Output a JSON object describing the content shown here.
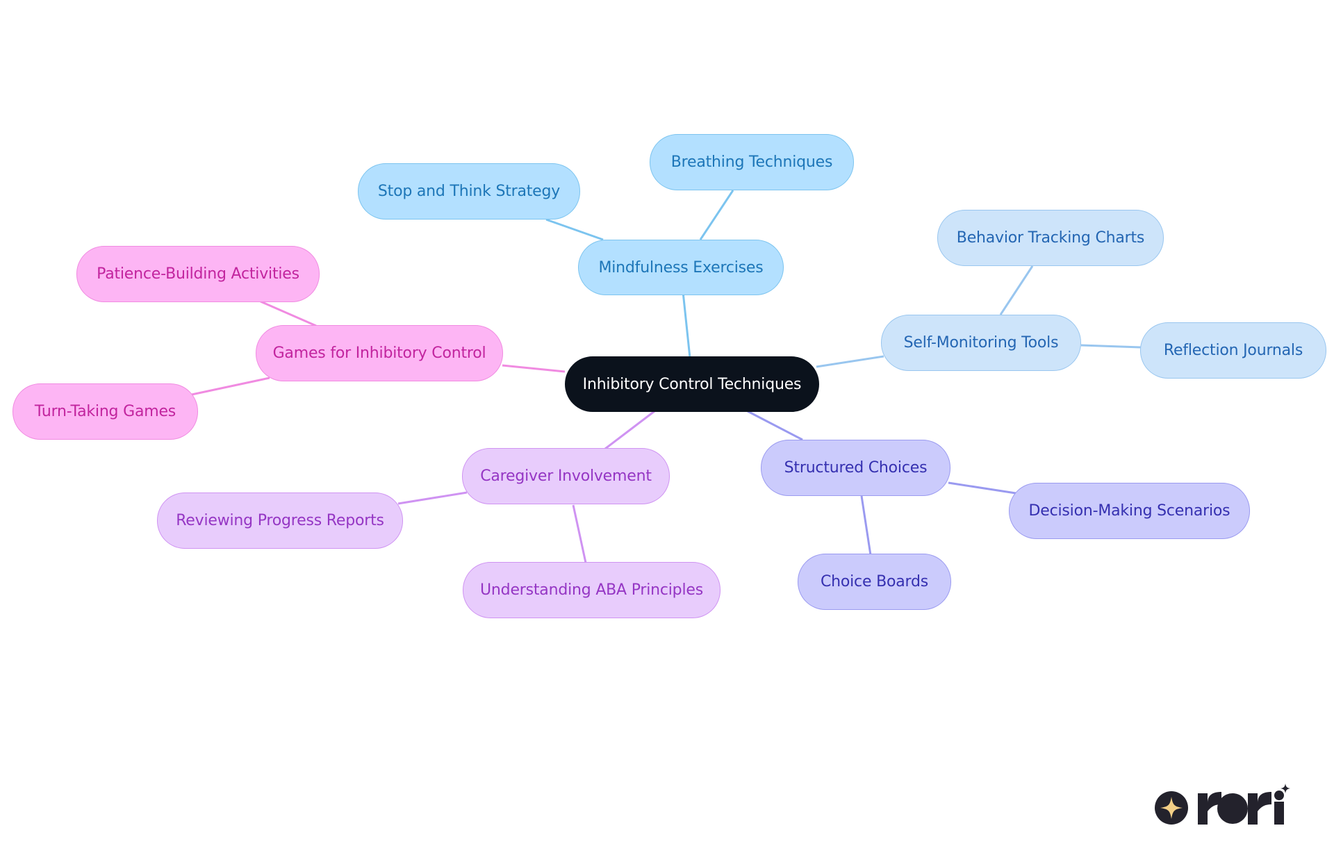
{
  "diagram": {
    "root": {
      "id": "root",
      "label": "Inhibitory Control Techniques"
    },
    "nodes": [
      {
        "id": "mindfulness",
        "label": "Mindfulness Exercises",
        "parent": "root"
      },
      {
        "id": "breathing",
        "label": "Breathing Techniques",
        "parent": "mindfulness"
      },
      {
        "id": "stop-think",
        "label": "Stop and Think Strategy",
        "parent": "mindfulness"
      },
      {
        "id": "self-monitoring",
        "label": "Self-Monitoring Tools",
        "parent": "root"
      },
      {
        "id": "behavior-charts",
        "label": "Behavior Tracking Charts",
        "parent": "self-monitoring"
      },
      {
        "id": "reflection",
        "label": "Reflection Journals",
        "parent": "self-monitoring"
      },
      {
        "id": "structured",
        "label": "Structured Choices",
        "parent": "root"
      },
      {
        "id": "decision",
        "label": "Decision-Making Scenarios",
        "parent": "structured"
      },
      {
        "id": "choice-boards",
        "label": "Choice Boards",
        "parent": "structured"
      },
      {
        "id": "caregiver",
        "label": "Caregiver Involvement",
        "parent": "root"
      },
      {
        "id": "progress",
        "label": "Reviewing Progress Reports",
        "parent": "caregiver"
      },
      {
        "id": "aba",
        "label": "Understanding ABA Principles",
        "parent": "caregiver"
      },
      {
        "id": "games",
        "label": "Games for Inhibitory Control",
        "parent": "root"
      },
      {
        "id": "patience",
        "label": "Patience-Building Activities",
        "parent": "games"
      },
      {
        "id": "turn-taking",
        "label": "Turn-Taking Games",
        "parent": "games"
      }
    ]
  },
  "colors": {
    "root_fill": "#0b121c",
    "mindfulness_branch": "#b3e0ff",
    "self_monitoring_branch": "#cde4fa",
    "structured_branch": "#cbcbfc",
    "caregiver_branch": "#e8ccfc",
    "games_branch": "#fdb5f4"
  },
  "logo": {
    "text": "rori",
    "icon": "sparkle-icon"
  }
}
